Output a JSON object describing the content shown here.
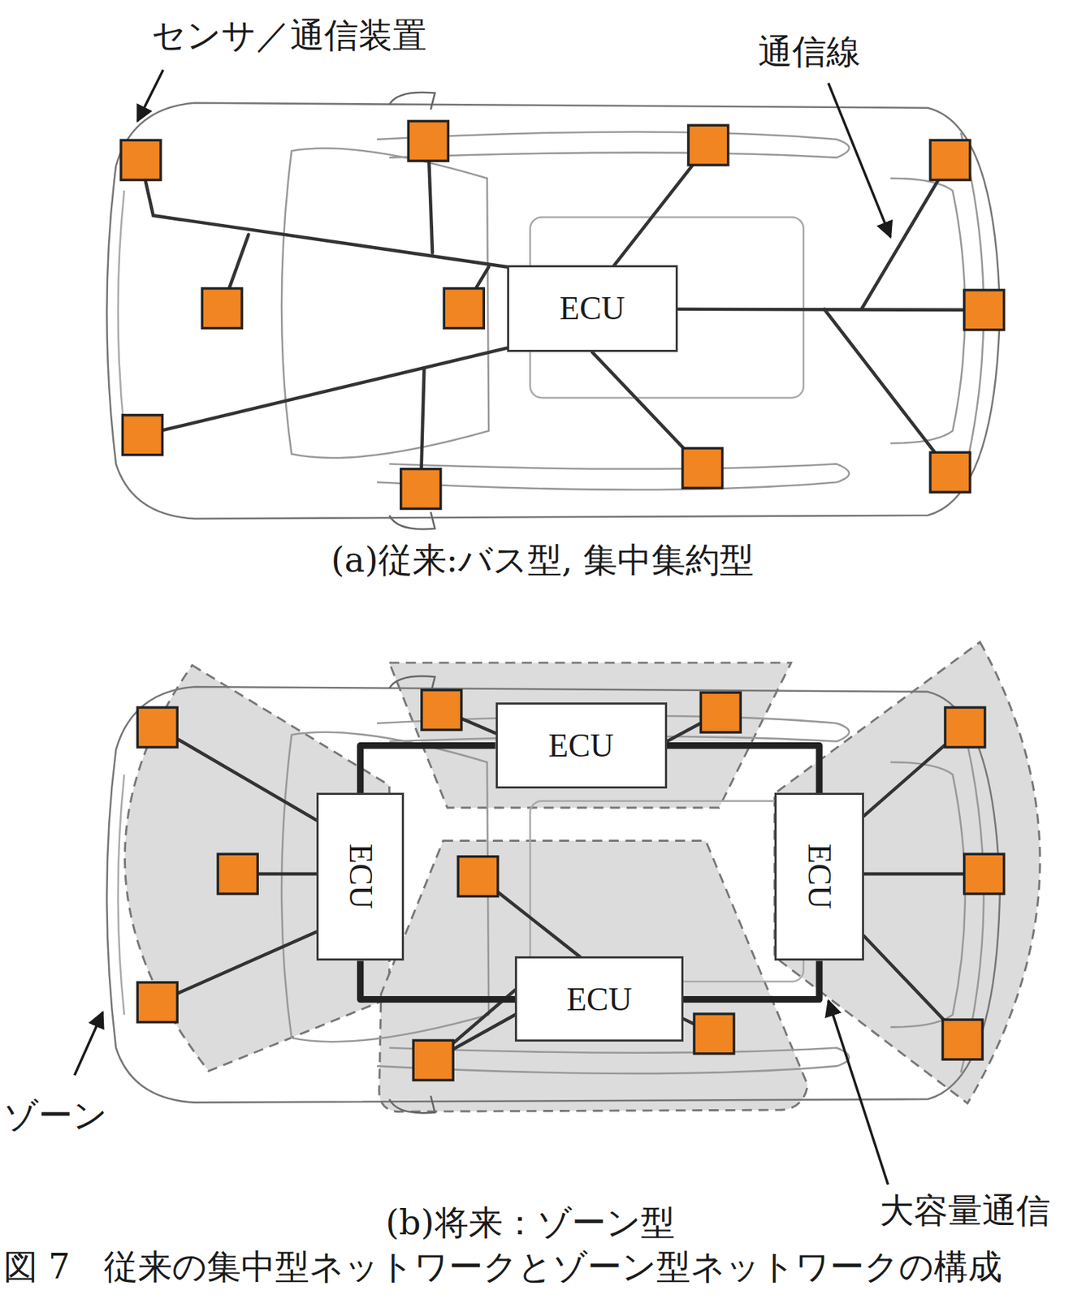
{
  "diagram": {
    "caption": "図 7　従来の集中型ネットワークとゾーン型ネットワークの構成",
    "nodes": [
      {
        "text": [
          "ECU"
        ]
      },
      {
        "text": [
          "ECU"
        ]
      },
      {
        "text": [
          "ECU"
        ]
      },
      {
        "text": [
          "ECU"
        ]
      },
      {
        "text": [
          "ECU"
        ]
      }
    ],
    "edges": [
      {
        "from": 1,
        "to": 2,
        "arrow": "none"
      },
      {
        "from": 1,
        "to": 3,
        "arrow": "none"
      },
      {
        "from": 2,
        "to": 4,
        "arrow": "none"
      },
      {
        "from": 3,
        "to": 4,
        "arrow": "none"
      }
    ],
    "labels": [
      "センサ／通信装置",
      "通信線",
      "(a)従来:バス型, 集中集約型",
      "ゾーン",
      "大容量通信",
      "(b)将来：ゾーン型"
    ]
  }
}
